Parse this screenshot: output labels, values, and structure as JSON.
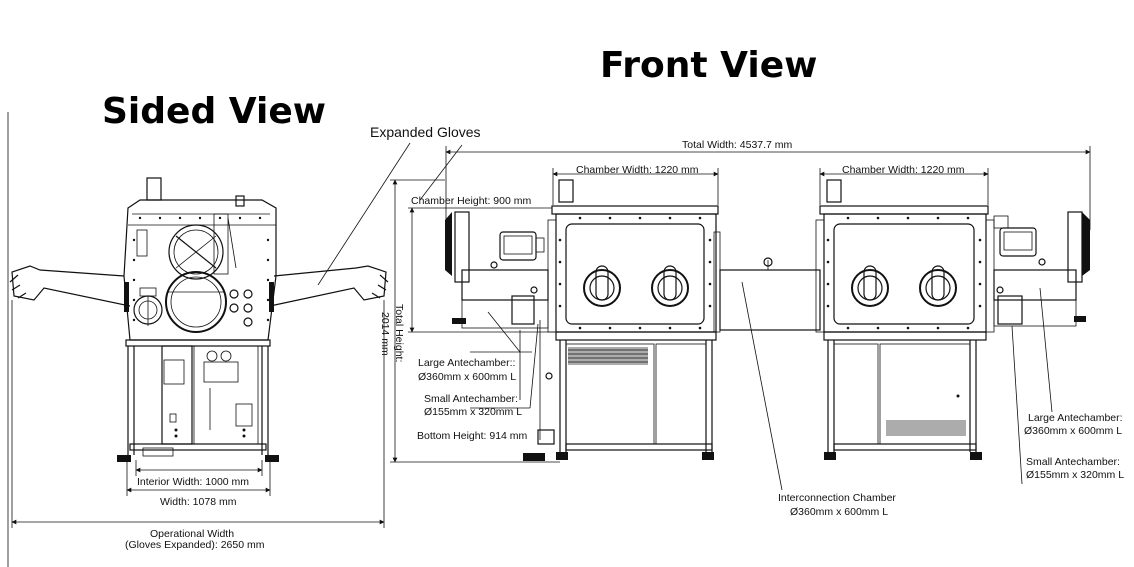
{
  "titles": {
    "sided_view": "Sided View",
    "front_view": "Front View"
  },
  "labels": {
    "expanded_gloves": "Expanded Gloves",
    "total_width": "Total Width: 4537.7 mm",
    "chamber_width_left": "Chamber Width: 1220 mm",
    "chamber_width_right": "Chamber Width: 1220 mm",
    "chamber_height": "Chamber Height: 900 mm",
    "total_height": "Total Height:",
    "total_height_value": "2014 mm",
    "large_antechamber_left_1": "Large Antechamber::",
    "large_antechamber_left_2": "Ø360mm x 600mm L",
    "small_antechamber_left_1": "Small Antechamber:",
    "small_antechamber_left_2": "Ø155mm x 320mm L",
    "bottom_height": "Bottom Height: 914 mm",
    "interior_width": "Interior Width: 1000 mm",
    "width": "Width: 1078 mm",
    "operational_width_1": "Operational Width",
    "operational_width_2": "(Gloves Expanded): 2650 mm",
    "interconnection_1": "Interconnection Chamber",
    "interconnection_2": "Ø360mm x 600mm L",
    "large_antechamber_right_1": "Large Antechamber:",
    "large_antechamber_right_2": "Ø360mm x 600mm L",
    "small_antechamber_right_1": "Small Antechamber:",
    "small_antechamber_right_2": "Ø155mm x 320mm L"
  }
}
